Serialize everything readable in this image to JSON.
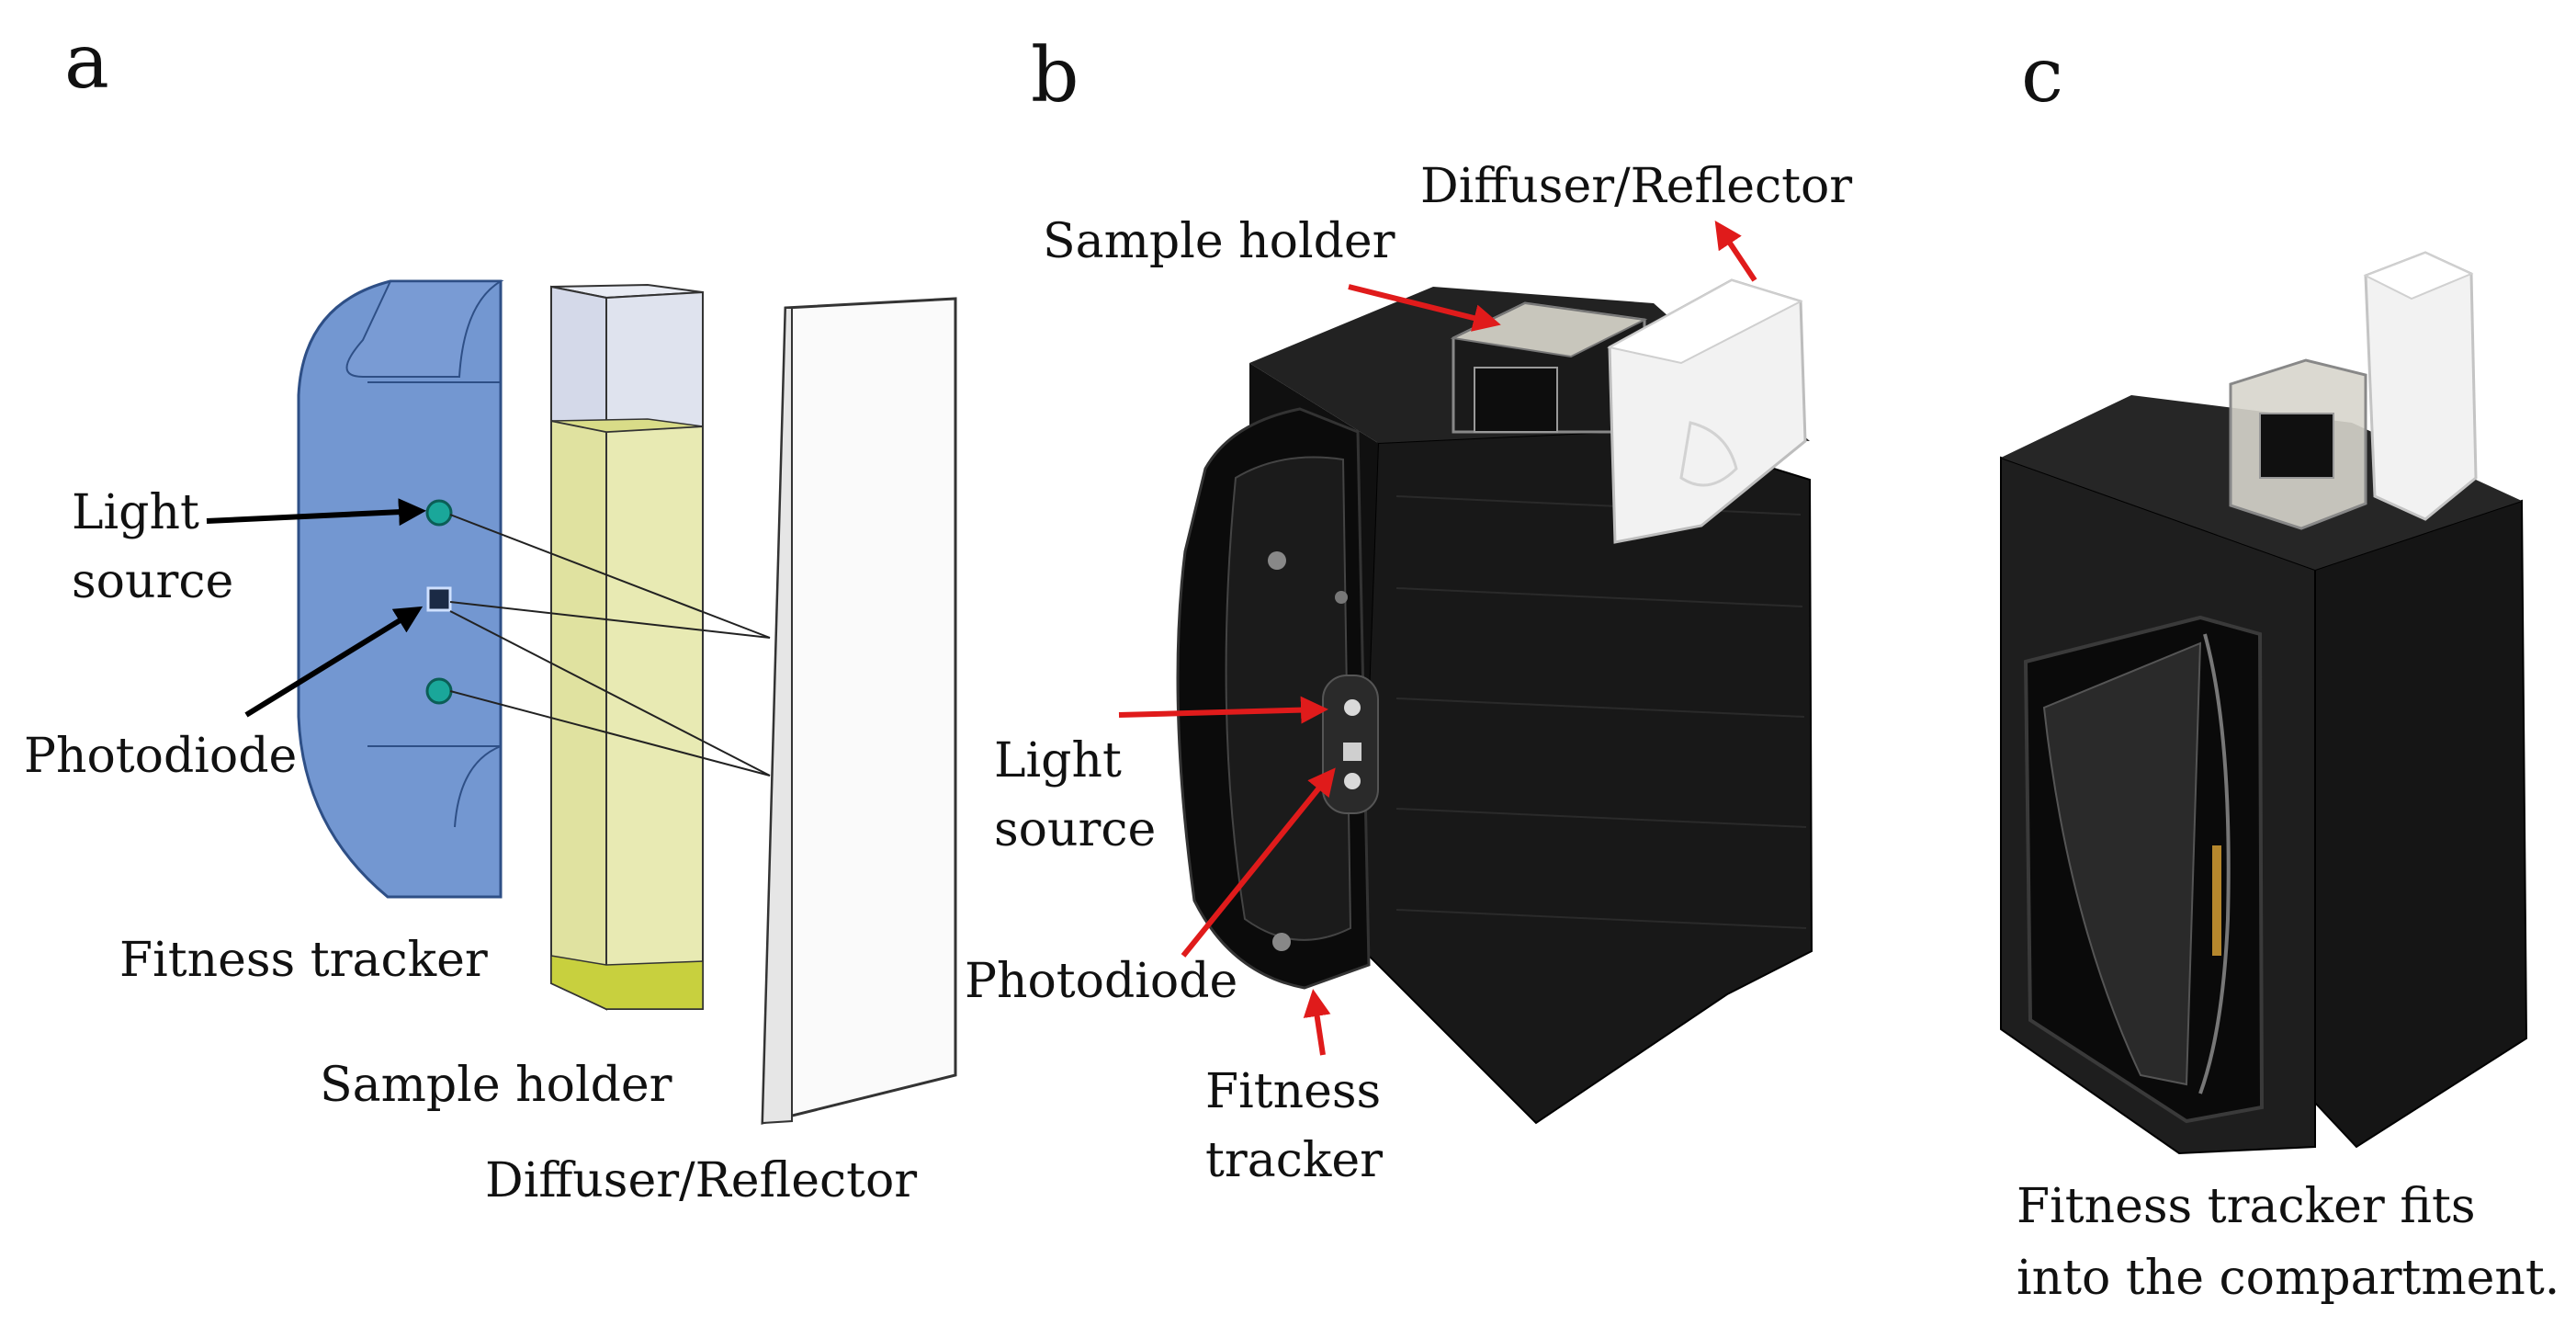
{
  "panels": [
    {
      "letter": "a"
    },
    {
      "letter": "b"
    },
    {
      "letter": "c"
    }
  ],
  "panel_a": {
    "light_source_line1": "Light",
    "light_source_line2": "source",
    "photodiode": "Photodiode",
    "fitness_tracker": "Fitness tracker",
    "sample_holder": "Sample holder",
    "diffuser_reflector": "Diffuser/Reflector"
  },
  "panel_b": {
    "diffuser_reflector": "Diffuser/Reflector",
    "sample_holder": "Sample holder",
    "light_source_line1": "Light",
    "light_source_line2": "source",
    "photodiode": "Photodiode",
    "fitness_tracker_line1": "Fitness",
    "fitness_tracker_line2": "tracker"
  },
  "panel_c": {
    "caption_line1": "Fitness tracker fits",
    "caption_line2": "into the compartment."
  },
  "colors": {
    "tracker_blue": "#5b85c9",
    "holder_yellow": "#e4e6a8",
    "arrow_red": "#e01b1b",
    "arrow_black": "#000000",
    "device_black": "#161616",
    "led_teal": "#1aa79a"
  }
}
